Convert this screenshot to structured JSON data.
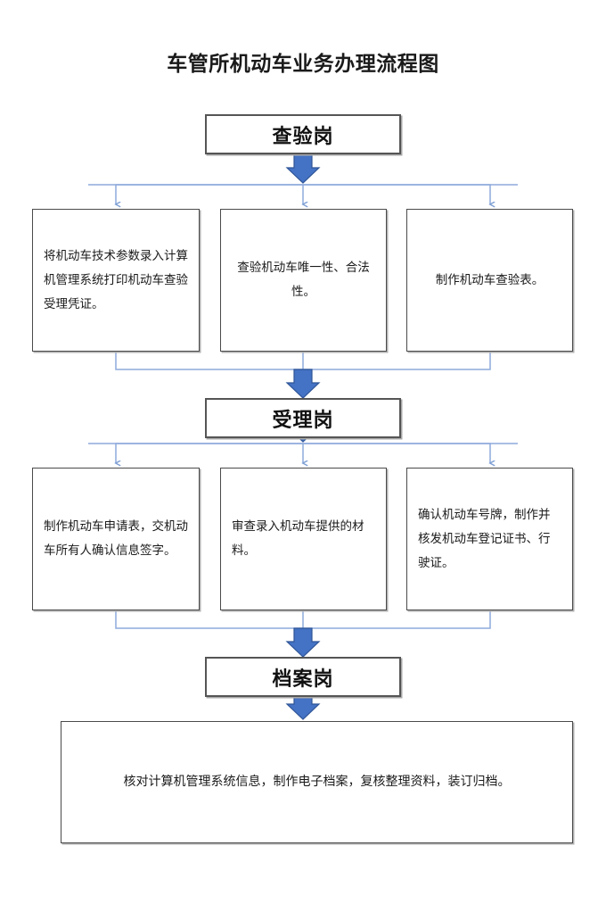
{
  "document": {
    "title": "车管所机动车业务办理流程图"
  },
  "colors": {
    "block_arrow_fill": "#4472C4",
    "block_arrow_stroke": "#2F5597",
    "thin_connector": "#8EAADB",
    "box_border": "#4A4A4A",
    "stage_border": "#555555",
    "text": "#1A1A1A",
    "background": "#FFFFFF"
  },
  "stages": [
    {
      "id": "inspection",
      "label": "查验岗",
      "tasks": [
        "将机动车技术参数录入计算机管理系统打印机动车查验受理凭证。",
        "查验机动车唯一性、合法性。",
        "制作机动车查验表。"
      ]
    },
    {
      "id": "acceptance",
      "label": "受理岗",
      "tasks": [
        "制作机动车申请表，交机动车所有人确认信息签字。",
        "审查录入机动车提供的材料。",
        "确认机动车号牌，制作并核发机动车登记证书、行驶证。"
      ]
    },
    {
      "id": "archive",
      "label": "档案岗",
      "tasks": [
        "核对计算机管理系统信息，制作电子档案，复核整理资料，装订归档。"
      ]
    }
  ],
  "icons": {
    "block_arrow_down": "block-arrow-down-icon",
    "thin_arrow_down": "thin-arrow-down-icon"
  }
}
